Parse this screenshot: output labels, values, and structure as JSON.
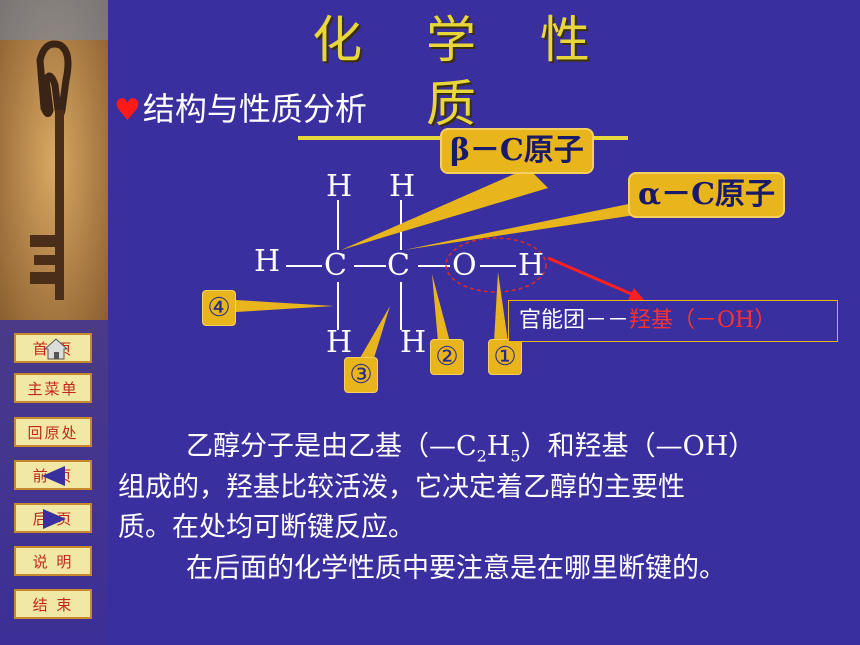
{
  "title": "化 学 性 质",
  "subtitle": "结构与性质分析",
  "nav": {
    "home": "首 页",
    "main_menu": "主菜单",
    "return": "回原处",
    "prev": "前 页",
    "next": "后 页",
    "help": "说 明",
    "end": "结 束"
  },
  "molecule": {
    "h_top_1": "H",
    "h_top_2": "H",
    "h_left": "H",
    "c1": "C",
    "c2": "C",
    "o": "O",
    "h_right": "H",
    "h_bottom_1": "H",
    "h_bottom_2": "H"
  },
  "callouts": {
    "beta": "β－C原子",
    "alpha": "α－C原子"
  },
  "functional_group": {
    "prefix": "官能团－－",
    "name": "羟基（－OH）"
  },
  "bond_numbers": [
    "④",
    "③",
    "②",
    "①"
  ],
  "paragraph": {
    "line1_a": "乙醇分子是由乙基（—C",
    "line1_sub1": "2",
    "line1_b": "H",
    "line1_sub2": "5",
    "line1_c": "）和羟基（—OH）",
    "line2": "组成的，羟基比较活泼，它决定着乙醇的主要性",
    "line3": "质。在处均可断键反应。",
    "line4": "在后面的化学性质中要注意是在哪里断键的。"
  },
  "colors": {
    "background": "#3a2f9e",
    "title": "#e8d63a",
    "callout": "#e8b51c",
    "highlight": "#ff3030"
  }
}
